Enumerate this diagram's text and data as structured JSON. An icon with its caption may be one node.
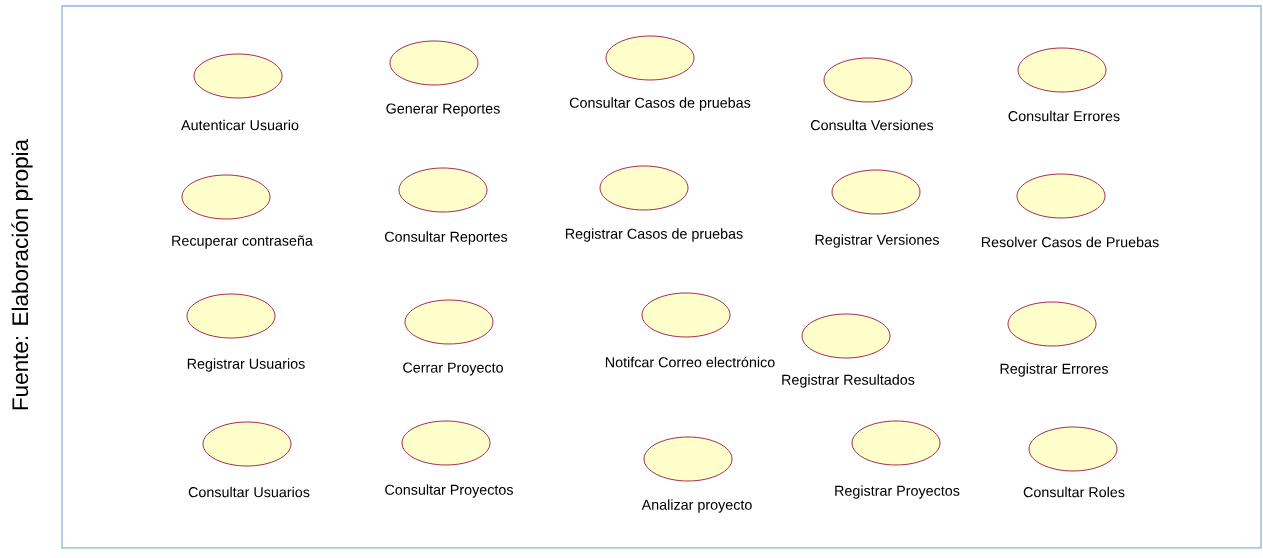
{
  "diagram": {
    "caption": "Fuente: Elaboración propia",
    "nodes": [
      {
        "text": [
          "Autenticar Usuario"
        ]
      },
      {
        "text": [
          "Generar Reportes"
        ]
      },
      {
        "text": [
          "Consultar Casos de pruebas"
        ]
      },
      {
        "text": [
          "Consulta Versiones"
        ]
      },
      {
        "text": [
          "Consultar Errores"
        ]
      },
      {
        "text": [
          "Recuperar contraseña"
        ]
      },
      {
        "text": [
          "Consultar Reportes"
        ]
      },
      {
        "text": [
          "Registrar Casos de pruebas"
        ]
      },
      {
        "text": [
          "Registrar Versiones"
        ]
      },
      {
        "text": [
          "Resolver Casos de Pruebas"
        ]
      },
      {
        "text": [
          "Registrar Usuarios"
        ]
      },
      {
        "text": [
          "Cerrar Proyecto"
        ]
      },
      {
        "text": [
          "Notifcar Correo electrónico"
        ]
      },
      {
        "text": [
          "Registrar Resultados"
        ]
      },
      {
        "text": [
          "Registrar Errores"
        ]
      },
      {
        "text": [
          "Consultar Usuarios"
        ]
      },
      {
        "text": [
          "Consultar Proyectos"
        ]
      },
      {
        "text": [
          "Analizar proyecto"
        ]
      },
      {
        "text": [
          "Registrar Proyectos"
        ]
      },
      {
        "text": [
          "Consultar Roles"
        ]
      }
    ]
  }
}
